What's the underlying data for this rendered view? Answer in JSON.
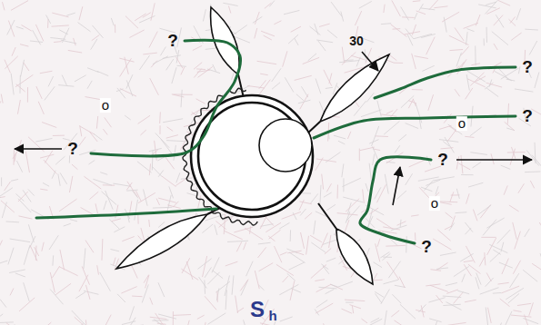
{
  "diagram": {
    "labels": [
      "?",
      "o",
      "?",
      "30",
      "?",
      "o",
      "?",
      "?",
      "o",
      "?",
      "S",
      "h"
    ]
  }
}
